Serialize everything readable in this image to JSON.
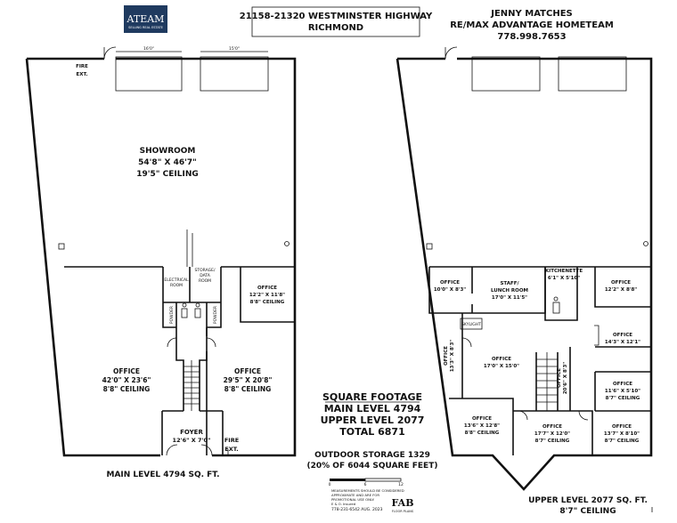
{
  "logo": {
    "line1": "ATEAM",
    "line2": "SELLING REAL ESTATE"
  },
  "address": {
    "line1": "21158-21320 WESTMINSTER HIGHWAY",
    "line2": "RICHMOND"
  },
  "agent": {
    "name": "JENNY MATCHES",
    "company": "RE/MAX ADVANTAGE HOMETEAM",
    "phone": "778.998.7653"
  },
  "main_level": {
    "door_dim_1": "16'0\"",
    "door_dim_2": "15'0\"",
    "fire_ext_top": [
      "FIRE",
      "EXT."
    ],
    "showroom": {
      "name": "SHOWROOM",
      "size": "54'8\" X 46'7\"",
      "ceiling": "19'5\" CEILING"
    },
    "electrical": [
      "ELECTRICAL",
      "ROOM"
    ],
    "storage": [
      "STORAGE/",
      "DATA",
      "ROOM"
    ],
    "powder": "POWDER",
    "office_small": {
      "name": "OFFICE",
      "size": "12'2\" X 11'8\"",
      "ceiling": "8'8\" CEILING"
    },
    "office_left": {
      "name": "OFFICE",
      "size": "42'0\" X 23'6\"",
      "ceiling": "8'8\" CEILING"
    },
    "office_right": {
      "name": "OFFICE",
      "size": "29'5\" X 20'8\"",
      "ceiling": "8'8\" CEILING"
    },
    "foyer": {
      "name": "FOYER",
      "size": "12'6\" X 7'0\""
    },
    "fire_ext_bottom": [
      "FIRE",
      "EXT."
    ],
    "caption": "MAIN LEVEL 4794 SQ. FT."
  },
  "square_footage": {
    "title": "SQUARE FOOTAGE",
    "main": "MAIN LEVEL 4794",
    "upper": "UPPER LEVEL 2077",
    "total": "TOTAL 6871",
    "outdoor1": "OUTDOOR STORAGE 1329",
    "outdoor2": "(20% OF 6044 SQUARE FEET)"
  },
  "upper_level": {
    "kitchenette": {
      "name": "KITCHENETTE",
      "size": "6'1\" X 5'10\""
    },
    "office_a": {
      "name": "OFFICE",
      "size": "10'0\" X 8'3\""
    },
    "staff": {
      "name": "STAFF/",
      "name2": "LUNCH ROOM",
      "size": "17'0\" X 11'5\""
    },
    "office_b": {
      "name": "OFFICE",
      "size": "12'2\" X 8'8\""
    },
    "skylight": "SKYLIGHT",
    "office_c": {
      "name": "OFFICE",
      "size": "14'3\" X 12'1\""
    },
    "office_d": {
      "name": "OFFICE",
      "size": "13'3\" X 8'3\""
    },
    "office_e": {
      "name": "OFFICE",
      "size": "17'0\" X 15'0\""
    },
    "office_f": {
      "name": "OFFICE",
      "size": "20'6\" X 8'3\""
    },
    "office_g": {
      "name": "OFFICE",
      "size": "11'6\" X 5'10\"",
      "ceiling": "8'7\" CEILING"
    },
    "office_h": {
      "name": "OFFICE",
      "size": "13'6\" X 12'8\"",
      "ceiling": "8'8\" CEILING"
    },
    "office_i": {
      "name": "OFFICE",
      "size": "17'7\" X 12'0\"",
      "ceiling": "8'7\" CEILING"
    },
    "office_j": {
      "name": "OFFICE",
      "size": "13'7\" X 8'10\"",
      "ceiling": "8'7\" CEILING"
    },
    "caption1": "UPPER LEVEL 2077 SQ. FT.",
    "caption2": "8'7\" CEILING"
  },
  "scale": {
    "labels": [
      "0",
      "6",
      "12"
    ]
  },
  "disclaimer": {
    "line1": "MEASUREMENTS SHOULD BE CONSIDERED",
    "line2": "APPROXIMATE AND ARE FOR",
    "line3": "PROMOTIONAL USE ONLY.",
    "line4": "E & O. Insured",
    "line5": "778-231-6542 AUG. 2023"
  },
  "brand": {
    "name": "FAB",
    "sub": "FLOOR PLANS"
  }
}
